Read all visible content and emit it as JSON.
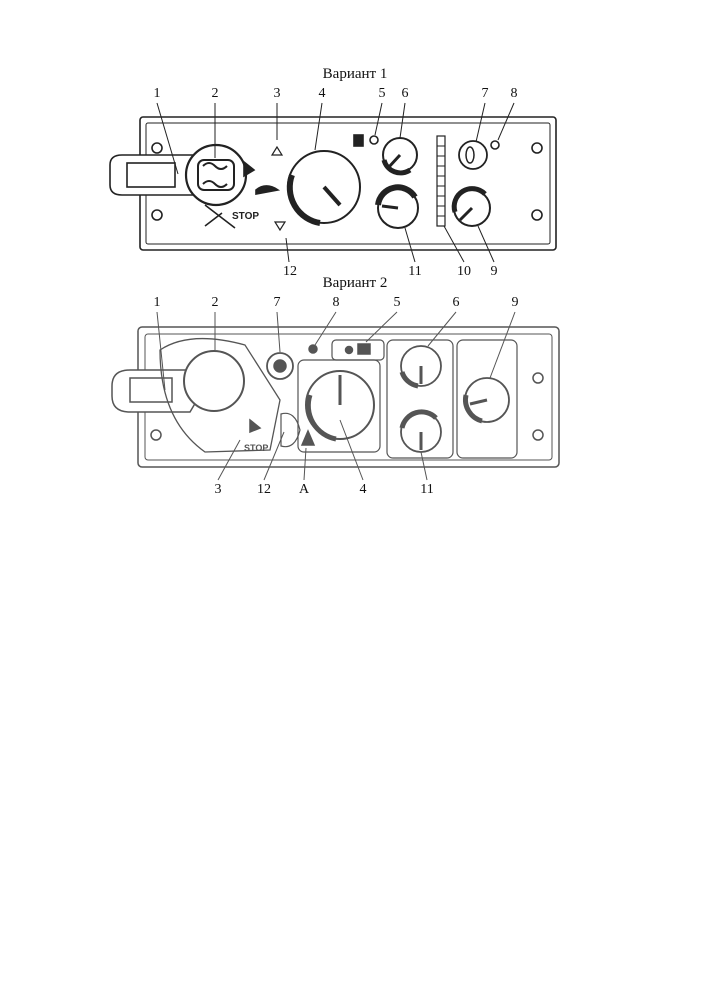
{
  "variant1": {
    "title": "Вариант 1",
    "stop_label": "STOP",
    "callouts": [
      "1",
      "2",
      "3",
      "4",
      "5",
      "6",
      "7",
      "8",
      "9",
      "10",
      "11",
      "12"
    ]
  },
  "variant2": {
    "title": "Вариант 2",
    "stop_label": "STOP",
    "callouts": [
      "1",
      "2",
      "7",
      "8",
      "5",
      "6",
      "9",
      "3",
      "12",
      "A",
      "4",
      "11"
    ]
  }
}
